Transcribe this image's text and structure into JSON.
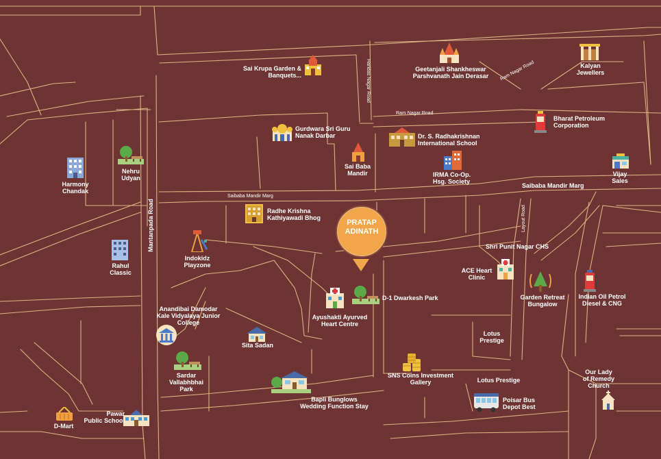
{
  "colors": {
    "background": "#6e3434",
    "road": "#e8c28c",
    "pin": "#f2a64a"
  },
  "project": {
    "name": "PRATAP\nADINATH"
  },
  "roads": {
    "mantanpada": "Mantanpada Road",
    "haridas": "Haridas Nagar Road",
    "ram_nagar_1": "Ram Nagar Road",
    "ram_nagar_2": "Ram Nagar Road",
    "saibaba_small": "Saibaba Mandir Marg",
    "saibaba_big": "Saibaba Mandir Marg",
    "layout": "Layout Road"
  },
  "places": {
    "sai_krupa": {
      "label": "Sai Krupa Garden &\nBanquets...",
      "icon": "palace-icon"
    },
    "geetanjali": {
      "label": "Geetanjali Shankheswar\nParshvanath Jain Derasar",
      "icon": "temple-icon"
    },
    "kalyan": {
      "label": "Kalyan\nJewellers",
      "icon": "jewellery-store-icon"
    },
    "bharat_petroleum": {
      "label": "Bharat Petroleum\nCorporation",
      "icon": "fuel-pump-icon"
    },
    "gurdwara": {
      "label": "Gurdwara Sri Guru\nNanak Darbar",
      "icon": "gurdwara-icon"
    },
    "radhakrishnan": {
      "label": "Dr. S. Radhakrishnan\nInternational School",
      "icon": "school-icon"
    },
    "sai_baba": {
      "label": "Sai Baba\nMandir",
      "icon": "temple-icon"
    },
    "irma": {
      "label": "IRMA Co-Op.\nHsg. Society",
      "icon": "building-icon"
    },
    "vijay_sales": {
      "label": "Vijay\nSales",
      "icon": "shop-icon"
    },
    "nehru_udyan": {
      "label": "Nehru\nUdyan",
      "icon": "park-icon"
    },
    "harmony": {
      "label": "Harmony\nChandak",
      "icon": "building-icon"
    },
    "radhe_krishna": {
      "label": "Radhe Krishna\nKathiyawadi Bhog",
      "icon": "restaurant-icon"
    },
    "indokidz": {
      "label": "Indokidz\nPlayzone",
      "icon": "playground-icon"
    },
    "rahul_classic": {
      "label": "Rahul\nClassic",
      "icon": "building-icon"
    },
    "shri_punit": {
      "label": "Shri Punit Nagar CHS"
    },
    "ace_heart": {
      "label": "ACE Heart\nClinic",
      "icon": "hospital-icon"
    },
    "garden_retreat": {
      "label": "Garden Retreat\nBungalow",
      "icon": "garden-tree-icon"
    },
    "indian_oil": {
      "label": "Indian Oil Petrol\nDiesel &  CNG",
      "icon": "fuel-pump-icon"
    },
    "d1_dwarkesh": {
      "label": "D-1 Dwarkesh Park",
      "icon": "park-icon"
    },
    "ayushakti": {
      "label": "Ayushakti Ayurved\nHeart Centre",
      "icon": "hospital-icon"
    },
    "anandibai": {
      "label": "Anandibai Damodar\nKale Vidyalaya Junior\nCollege",
      "icon": "college-icon"
    },
    "sita_sadan": {
      "label": "Sita Sadan",
      "icon": "house-icon"
    },
    "lotus_prestige_1": {
      "label": "Lotus\nPrestige"
    },
    "sardar_park": {
      "label": "Sardar\nVallabhbhai\nPark",
      "icon": "park-icon"
    },
    "sns_coins": {
      "label": "SNS Coins Investment\nGallery",
      "icon": "coins-icon"
    },
    "lotus_prestige_2": {
      "label": "Lotus Prestige"
    },
    "our_lady": {
      "label": "Our Lady\nof Remedy\nChurch",
      "icon": "church-icon"
    },
    "bapli": {
      "label": "Bapli Bunglows\nWedding Function Stay",
      "icon": "bungalow-icon"
    },
    "poisar": {
      "label": "Poisar Bus\nDepot Best",
      "icon": "bus-icon"
    },
    "pawar": {
      "label": "Pawar\nPublic School",
      "icon": "school-icon"
    },
    "dmart": {
      "label": "D-Mart",
      "icon": "shopping-basket-icon"
    }
  }
}
